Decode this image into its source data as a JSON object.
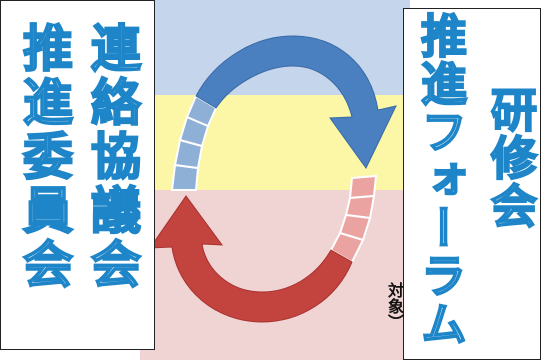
{
  "labels": {
    "left_col_1": "推進委員会",
    "left_col_2": "連絡協議会",
    "right_col_1": "推進フォーラム",
    "right_col_2": "研修会",
    "bottom_note": "対象）"
  },
  "colors": {
    "band_top": "#c5d6ec",
    "band_middle": "#fbf7a6",
    "band_bottom": "#f0d3d3",
    "arrow_blue": "#4a7fc0",
    "arrow_red": "#c3433f",
    "text_outline": "#1e86c8"
  },
  "icons": [
    "cycle-arrow-blue",
    "cycle-arrow-red"
  ]
}
